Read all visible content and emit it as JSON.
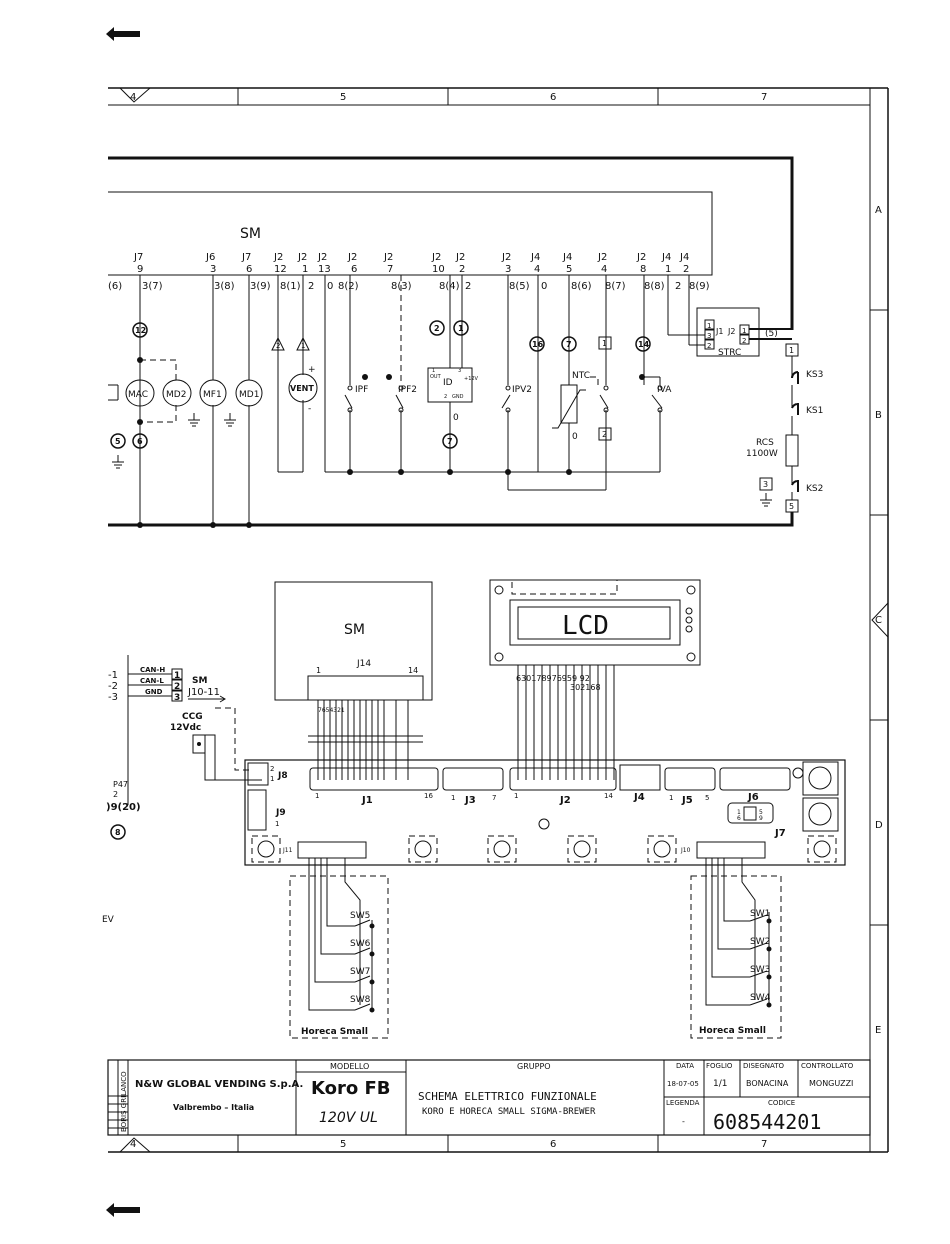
{
  "navigation": {
    "back_top_label": "back",
    "back_bottom_label": "back"
  },
  "frame": {
    "columns": [
      "4",
      "5",
      "6",
      "7"
    ],
    "rows": [
      "A",
      "B",
      "C",
      "D",
      "E"
    ]
  },
  "upper": {
    "sm_label": "SM",
    "connectors": [
      {
        "top": "J7",
        "pin": "9"
      },
      {
        "top": "J6",
        "pin": "3"
      },
      {
        "top": "J7",
        "pin": "6"
      },
      {
        "top": "J2",
        "pin": "12"
      },
      {
        "top": "J2",
        "pin": "1"
      },
      {
        "top": "J2",
        "pin": "13"
      },
      {
        "top": "J2",
        "pin": "6"
      },
      {
        "top": "J2",
        "pin": "7"
      },
      {
        "top": "J2",
        "pin": "10"
      },
      {
        "top": "J2",
        "pin": "2"
      },
      {
        "top": "J2",
        "pin": "3"
      },
      {
        "top": "J4",
        "pin": "4"
      },
      {
        "top": "J4",
        "pin": "5"
      },
      {
        "top": "J2",
        "pin": "4"
      },
      {
        "top": "J2",
        "pin": "8"
      },
      {
        "top": "J4",
        "pin": "1"
      },
      {
        "top": "J4",
        "pin": "2"
      }
    ],
    "wire_refs": [
      "(6)",
      "3(7)",
      "3(8)",
      "3(9)",
      "8(1)",
      "2",
      "0",
      "8(2)",
      "8(3)",
      "8(4)",
      "2",
      "8(5)",
      "0",
      "8(6)",
      "8(7)",
      "8(8)",
      "2",
      "8(9)"
    ],
    "components": {
      "mac": "MAC",
      "md2": "MD2",
      "mf1": "MF1",
      "md1": "MD1",
      "vent": "VENT",
      "ipf": "IPF",
      "ipf2": "IPF2",
      "id": "ID",
      "ipv2": "IPV2",
      "ntc": "NTC",
      "iva": "IVA",
      "strc": "STRC",
      "j1": "J1",
      "j2": "J2",
      "ks3": "KS3",
      "ks1": "KS1",
      "ks2": "KS2",
      "rcs": "RCS",
      "rcs_power": "1100W"
    },
    "id_pins": {
      "out": "OUT",
      "gnd": "GND",
      "v12": "+12V",
      "n1": "1",
      "n2": "2",
      "n3": "3"
    },
    "markers": {
      "m12": "12",
      "m2": "2",
      "m1": "1",
      "m2b": "2",
      "m1b": "1",
      "m16": "16",
      "m7": "7",
      "m1c": "1",
      "m14": "14",
      "m5": "5",
      "m6": "6",
      "m7b": "7",
      "m2c": "2",
      "m1d": "1",
      "m3": "3",
      "m5b": "5",
      "m5w": "(5)"
    },
    "misc": {
      "vent_plus": "+",
      "vent_minus": "-",
      "zero": "0",
      "zero2": "0",
      "strc_p1": "1",
      "strc_p2": "3",
      "strc_p3": "2",
      "strc_p4": "1",
      "strc_p5": "2"
    }
  },
  "lower": {
    "sm_label": "SM",
    "j14_label": "J14",
    "j14_pin_first": "1",
    "j14_pin_last": "14",
    "j14_bottom_codes": "7654321",
    "lcd_label": "LCD",
    "lcd_pin_codes_top": "630178976959 92",
    "lcd_pin_codes_bottom": "302168",
    "can_lines": [
      {
        "ref": "-1",
        "name": "CAN-H",
        "pin": "1"
      },
      {
        "ref": "-2",
        "name": "CAN-L",
        "pin": "2"
      },
      {
        "ref": "-3",
        "name": "GND",
        "pin": "3"
      }
    ],
    "sm_target": "SM",
    "sm_target_conn": "J10-11",
    "ccg": "CCG",
    "ccg_voltage": "12Vdc",
    "p47": "P47",
    "p47_pin": "2",
    "left_wire": ")9(20)",
    "left_marker": "8",
    "left_ev": "EV",
    "board_connectors": {
      "j8": "J8",
      "j8_p2": "2",
      "j8_p1": "1",
      "j9": "J9",
      "j9_p1": "1",
      "j1": "J1",
      "j1_first": "1",
      "j1_last": "16",
      "j3": "J3",
      "j3_first": "1",
      "j3_last": "7",
      "j2": "J2",
      "j2_first": "1",
      "j2_last": "14",
      "j4": "J4",
      "j5": "J5",
      "j5_first": "1",
      "j5_last": "5",
      "j6": "J6",
      "j7": "J7",
      "j11": "J11",
      "j10": "J10",
      "db_1": "1",
      "db_5": "5",
      "db_6": "6",
      "db_9": "9"
    },
    "switches_left": [
      "SW5",
      "SW6",
      "SW7",
      "SW8"
    ],
    "switches_right": [
      "SW1",
      "SW2",
      "SW3",
      "SW4"
    ],
    "horeca_left": "Horeca Small",
    "horeca_right": "Horeca Small"
  },
  "title_block": {
    "company": "N&W GLOBAL VENDING S.p.A.",
    "city": "Valbrembo – Italia",
    "side_label": "BORIS GRILANCO",
    "modello_header": "MODELLO",
    "model": "Koro FB",
    "voltage": "120V UL",
    "gruppo_header": "GRUPPO",
    "description_1": "SCHEMA ELETTRICO FUNZIONALE",
    "description_2": "KORO E HORECA SMALL SIGMA-BREWER",
    "data_header": "DATA",
    "date": "18-07-05",
    "foglio_header": "FOGLIO",
    "sheet": "1/1",
    "disegnato_header": "DISEGNATO",
    "drawn_by": "BONACINA",
    "controllato_header": "CONTROLLATO",
    "checked_by": "MONGUZZI",
    "legenda_header": "LEGENDA",
    "legenda_value": "-",
    "codice_header": "CODICE",
    "code": "608544201"
  }
}
